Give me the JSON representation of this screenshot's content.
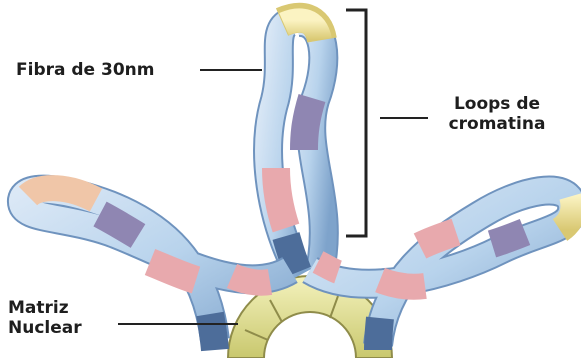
{
  "labels": {
    "fiber": "Fibra de 30nm",
    "loops_line1": "Loops de",
    "loops_line2": "cromatina",
    "matrix_line1": "Matriz",
    "matrix_line2": "Nuclear"
  },
  "colors": {
    "fiber_blue": "#b8d3ec",
    "fiber_blue_dark": "#6f93be",
    "fiber_purple": "#8f86b2",
    "fiber_pink": "#e8a9ad",
    "fiber_yellow": "#f1e49a",
    "matrix_yellow": "#e6e49a",
    "leader_line": "#222222"
  }
}
